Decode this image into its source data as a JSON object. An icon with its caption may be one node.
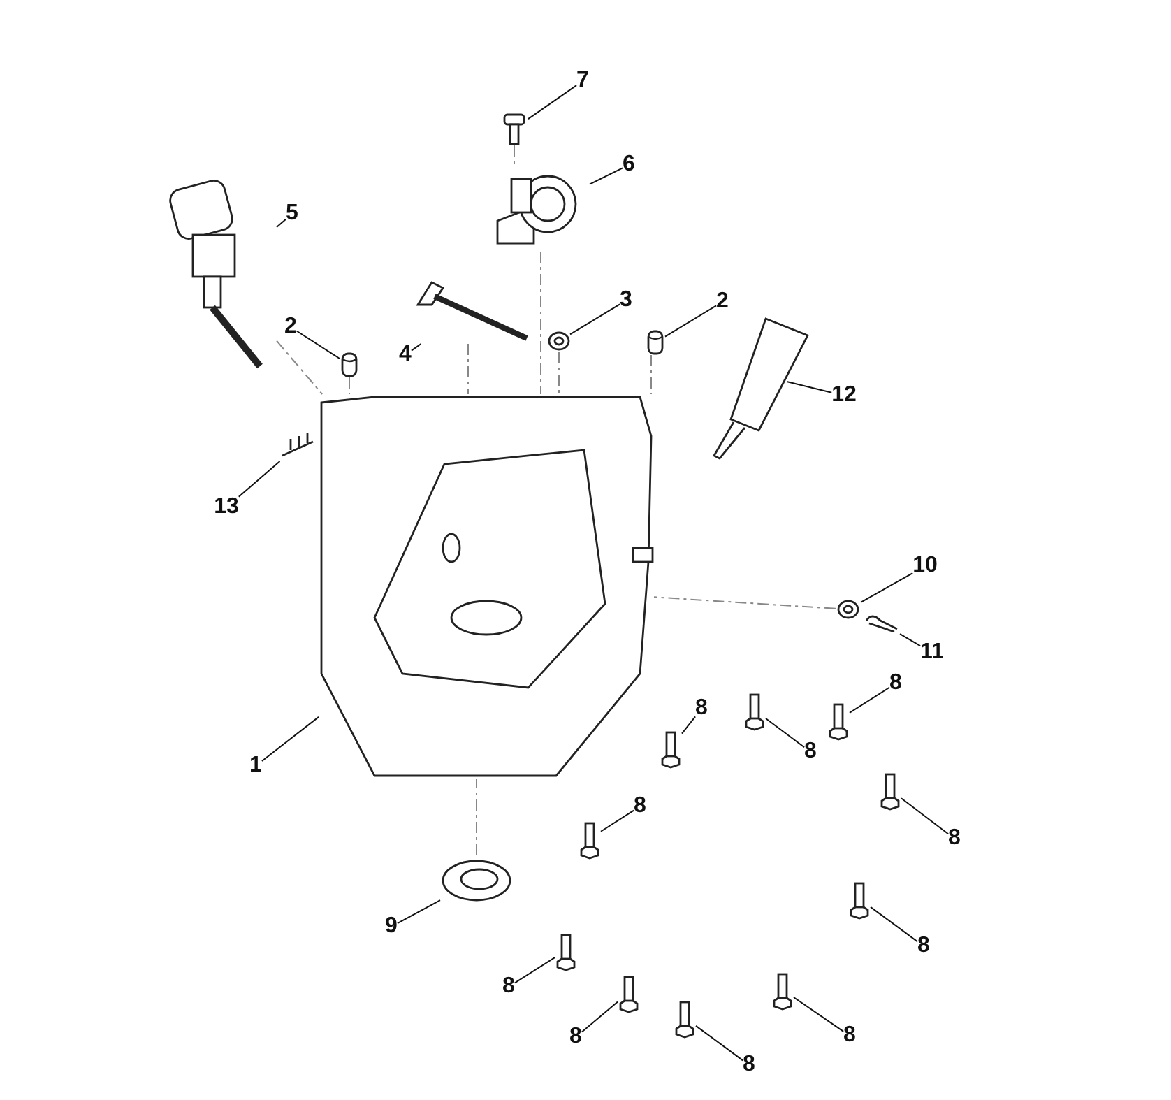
{
  "diagram": {
    "nodes": [
      {
        "text": [
          "7"
        ]
      },
      {
        "text": [],
        "shape": "picture"
      },
      {
        "text": [
          "6"
        ]
      },
      {
        "text": [],
        "shape": "picture"
      },
      {
        "text": [
          "5"
        ]
      },
      {
        "text": [],
        "shape": "picture"
      },
      {
        "text": [
          "2"
        ]
      },
      {
        "text": [],
        "shape": "picture"
      },
      {
        "text": [
          "3"
        ]
      },
      {
        "text": [],
        "shape": "picture"
      },
      {
        "text": [
          "2"
        ]
      },
      {
        "text": [],
        "shape": "picture"
      },
      {
        "text": [
          "4"
        ]
      },
      {
        "text": [],
        "shape": "picture"
      },
      {
        "text": [
          "12"
        ]
      },
      {
        "text": [],
        "shape": "picture"
      },
      {
        "text": [
          "13"
        ]
      },
      {
        "text": [],
        "shape": "picture"
      },
      {
        "text": [
          "10"
        ]
      },
      {
        "text": [],
        "shape": "picture"
      },
      {
        "text": [
          "11"
        ]
      },
      {
        "text": [],
        "shape": "picture"
      },
      {
        "text": [
          "1"
        ]
      },
      {
        "text": [],
        "shape": "picture"
      },
      {
        "text": [
          "8"
        ]
      },
      {
        "text": [],
        "shape": "picture"
      },
      {
        "text": [
          "8"
        ]
      },
      {
        "text": [],
        "shape": "picture"
      },
      {
        "text": [
          "8"
        ]
      },
      {
        "text": [],
        "shape": "picture"
      },
      {
        "text": [
          "8"
        ]
      },
      {
        "text": [],
        "shape": "picture"
      },
      {
        "text": [
          "8"
        ]
      },
      {
        "text": [],
        "shape": "picture"
      },
      {
        "text": [
          "8"
        ]
      },
      {
        "text": [],
        "shape": "picture"
      },
      {
        "text": [
          "8"
        ]
      },
      {
        "text": [],
        "shape": "picture"
      },
      {
        "text": [
          "8"
        ]
      },
      {
        "text": [],
        "shape": "picture"
      },
      {
        "text": [
          "8"
        ]
      },
      {
        "text": [],
        "shape": "picture"
      },
      {
        "text": [
          "8"
        ]
      },
      {
        "text": [],
        "shape": "picture"
      },
      {
        "text": [
          "9"
        ]
      },
      {
        "text": [],
        "shape": "picture"
      }
    ],
    "edges": [
      {
        "from": 0,
        "to": 1,
        "arrow": "none"
      },
      {
        "from": 2,
        "to": 3,
        "arrow": "none"
      },
      {
        "from": 4,
        "to": 5,
        "arrow": "none"
      },
      {
        "from": 6,
        "to": 7,
        "arrow": "none"
      },
      {
        "from": 8,
        "to": 9,
        "arrow": "none"
      },
      {
        "from": 10,
        "to": 11,
        "arrow": "none"
      },
      {
        "from": 12,
        "to": 13,
        "arrow": "none"
      },
      {
        "from": 14,
        "to": 15,
        "arrow": "none"
      },
      {
        "from": 16,
        "to": 17,
        "arrow": "none"
      },
      {
        "from": 18,
        "to": 19,
        "arrow": "none"
      },
      {
        "from": 20,
        "to": 21,
        "arrow": "none"
      },
      {
        "from": 22,
        "to": 23,
        "arrow": "none"
      },
      {
        "from": 24,
        "to": 25,
        "arrow": "none"
      },
      {
        "from": 26,
        "to": 27,
        "arrow": "none"
      },
      {
        "from": 28,
        "to": 29,
        "arrow": "none"
      },
      {
        "from": 30,
        "to": 31,
        "arrow": "none"
      },
      {
        "from": 32,
        "to": 33,
        "arrow": "none"
      },
      {
        "from": 34,
        "to": 35,
        "arrow": "none"
      },
      {
        "from": 36,
        "to": 37,
        "arrow": "none"
      },
      {
        "from": 38,
        "to": 39,
        "arrow": "none"
      },
      {
        "from": 40,
        "to": 41,
        "arrow": "none"
      },
      {
        "from": 42,
        "to": 43,
        "arrow": "none"
      },
      {
        "from": 44,
        "to": 45,
        "arrow": "none"
      },
      {
        "from": 1,
        "to": 3,
        "arrow": "none",
        "style": "dashed",
        "color": "#888888"
      },
      {
        "from": 3,
        "to": 23,
        "arrow": "none",
        "style": "dashed",
        "color": "#888888"
      },
      {
        "from": 5,
        "to": 23,
        "arrow": "none",
        "style": "dashed",
        "color": "#888888"
      },
      {
        "from": 7,
        "to": 23,
        "arrow": "none",
        "style": "dashed",
        "color": "#888888"
      },
      {
        "from": 9,
        "to": 23,
        "arrow": "none",
        "style": "dashed",
        "color": "#888888"
      },
      {
        "from": 11,
        "to": 23,
        "arrow": "none",
        "style": "dashed",
        "color": "#888888"
      },
      {
        "from": 13,
        "to": 23,
        "arrow": "none",
        "style": "dashed",
        "color": "#888888"
      },
      {
        "from": 19,
        "to": 23,
        "arrow": "none",
        "style": "dashed",
        "color": "#888888"
      },
      {
        "from": 45,
        "to": 23,
        "arrow": "none",
        "style": "dashed",
        "color": "#888888"
      }
    ]
  }
}
